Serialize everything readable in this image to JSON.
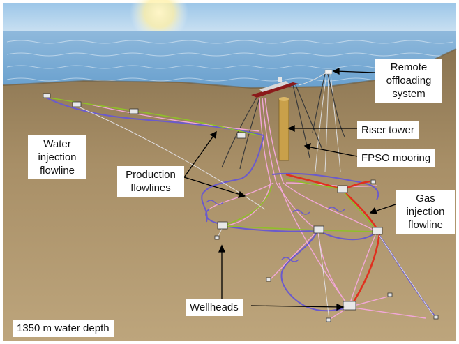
{
  "diagram": {
    "labels": {
      "remote_offloading": "Remote\noffloading\nsystem",
      "riser_tower": "Riser tower",
      "fpso_mooring": "FPSO mooring",
      "water_injection": "Water\ninjection\nflowline",
      "production": "Production\nflowlines",
      "gas_injection": "Gas\ninjection\nflowline",
      "wellheads": "Wellheads",
      "water_depth": "1350 m water depth"
    },
    "flowline_colors": {
      "water_injection": "#6a5acd",
      "production": "#f2a7d8",
      "gas_injection": "#e0301e",
      "connector": "#8fbf2a",
      "umbilical": "#e8e8f0"
    },
    "colors": {
      "sea": "#6fa7d2",
      "sky": "#cfe3f2",
      "seabed": "#b39b72",
      "hull": "#8b1a1a",
      "riser_tower": "#c9a04a"
    }
  }
}
